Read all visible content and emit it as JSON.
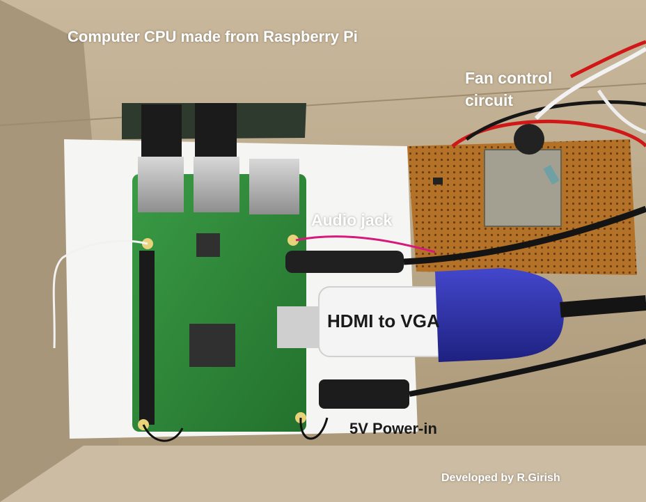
{
  "labels": {
    "title": "Computer CPU made from Raspberry Pi",
    "fan": "Fan control circuit",
    "fan_line1": "Fan control",
    "fan_line2": "circuit",
    "audio": "Audio jack",
    "hdmi": "HDMI to VGA",
    "power": "5V Power-in",
    "credit": "Developed by R.Girish"
  },
  "colors": {
    "cardboard": "#b9a98f",
    "pcb_green": "#2f8a3a",
    "perfboard": "#b9762f",
    "vga_blue": "#2c2fa6",
    "adapter_white": "#f4f4f4"
  }
}
